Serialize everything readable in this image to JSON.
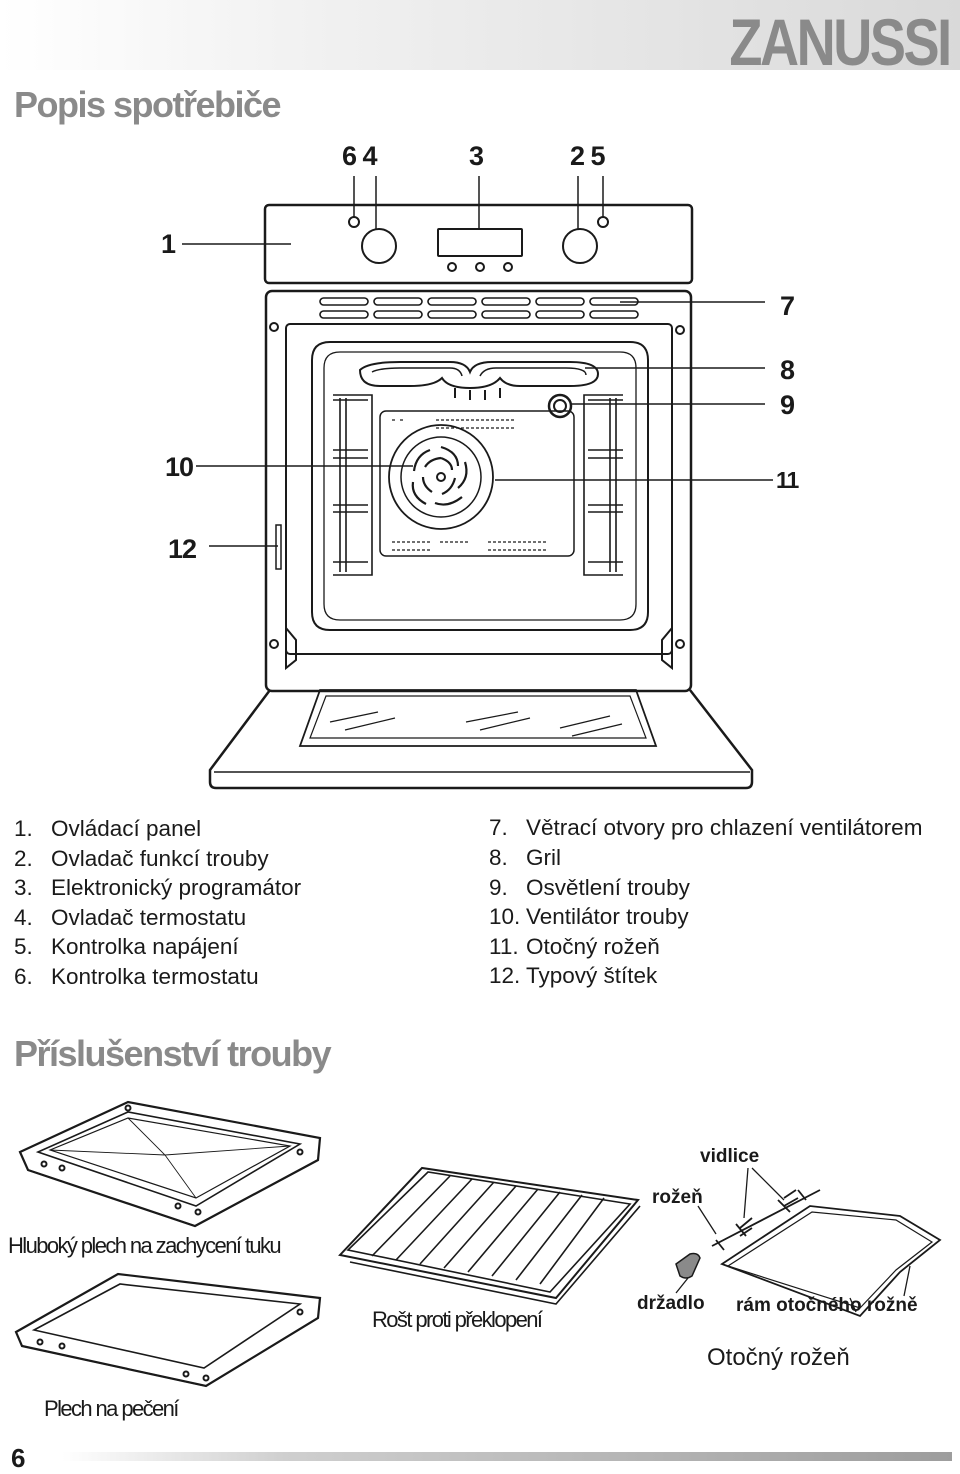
{
  "brand": "ZANUSSI",
  "section_title": "Popis spotřebiče",
  "callouts": {
    "c64": "6 4",
    "c3": "3",
    "c25": "2 5",
    "c1": "1",
    "c7": "7",
    "c8": "8",
    "c9": "9",
    "c10": "10",
    "c11": "11",
    "c12": "12"
  },
  "legend_left": [
    {
      "num": "1.",
      "text": "Ovládací panel"
    },
    {
      "num": "2.",
      "text": "Ovladač funkcí trouby"
    },
    {
      "num": "3.",
      "text": "Elektronický programátor"
    },
    {
      "num": "4.",
      "text": "Ovladač termostatu"
    },
    {
      "num": "5.",
      "text": "Kontrolka napájení"
    },
    {
      "num": "6.",
      "text": "Kontrolka termostatu"
    }
  ],
  "legend_right": [
    {
      "num": "7.",
      "text": "Větrací otvory pro chlazení ventilátorem"
    },
    {
      "num": "8.",
      "text": "Gril"
    },
    {
      "num": "9.",
      "text": "Osvětlení trouby"
    },
    {
      "num": "10.",
      "text": "Ventilátor trouby"
    },
    {
      "num": "11.",
      "text": "Otočný rožeň"
    },
    {
      "num": "12.",
      "text": "Typový štítek"
    }
  ],
  "accessories_title": "Příslušenství trouby",
  "accessories": {
    "deep_tray": "Hluboký plech na zachycení tuku",
    "baking_tray": "Plech na pečení",
    "rack": "Rošt proti překlopení",
    "spit_title": "Otočný rožeň",
    "fork": "vidlice",
    "spit": "rožeň",
    "handle": "držadlo",
    "frame": "rám otočného rožně"
  },
  "page_number": "6",
  "colors": {
    "brand_grey": "#8a8a8a",
    "line": "#1a1a1a"
  }
}
